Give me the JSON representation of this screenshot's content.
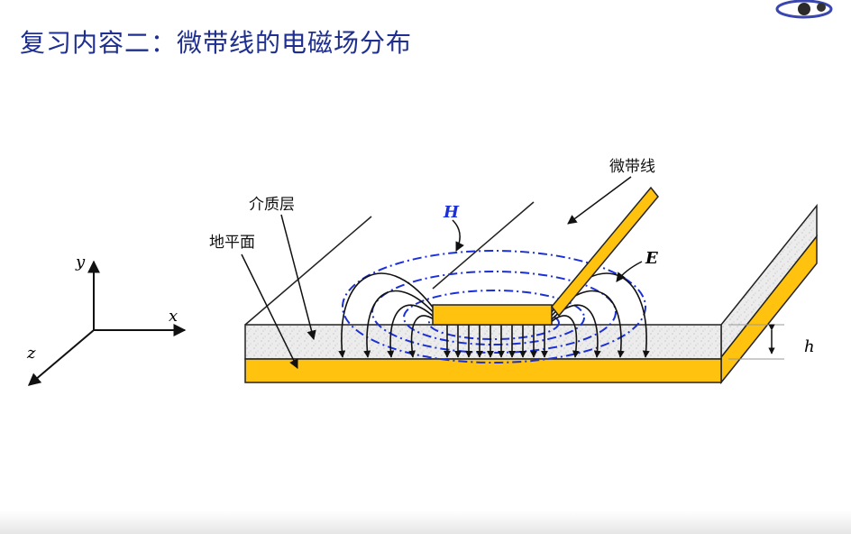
{
  "slide": {
    "title": "复习内容二：微带线的电磁场分布"
  },
  "labels": {
    "strip": "微带线",
    "dielectric": "介质层",
    "ground": "地平面",
    "h_field": "H",
    "e_field": "E",
    "height": "h",
    "axis_y": "y",
    "axis_x": "x",
    "axis_z": "z"
  },
  "colors": {
    "title": "#1f2f8f",
    "metal": "#ffc20e",
    "dielectric": "#e9e9e9",
    "h_field_lines": "#1b2fd6",
    "e_field_lines": "#111111",
    "h_label": "#1b2fd6"
  },
  "icons": {
    "logo": "institution-logo-icon"
  }
}
